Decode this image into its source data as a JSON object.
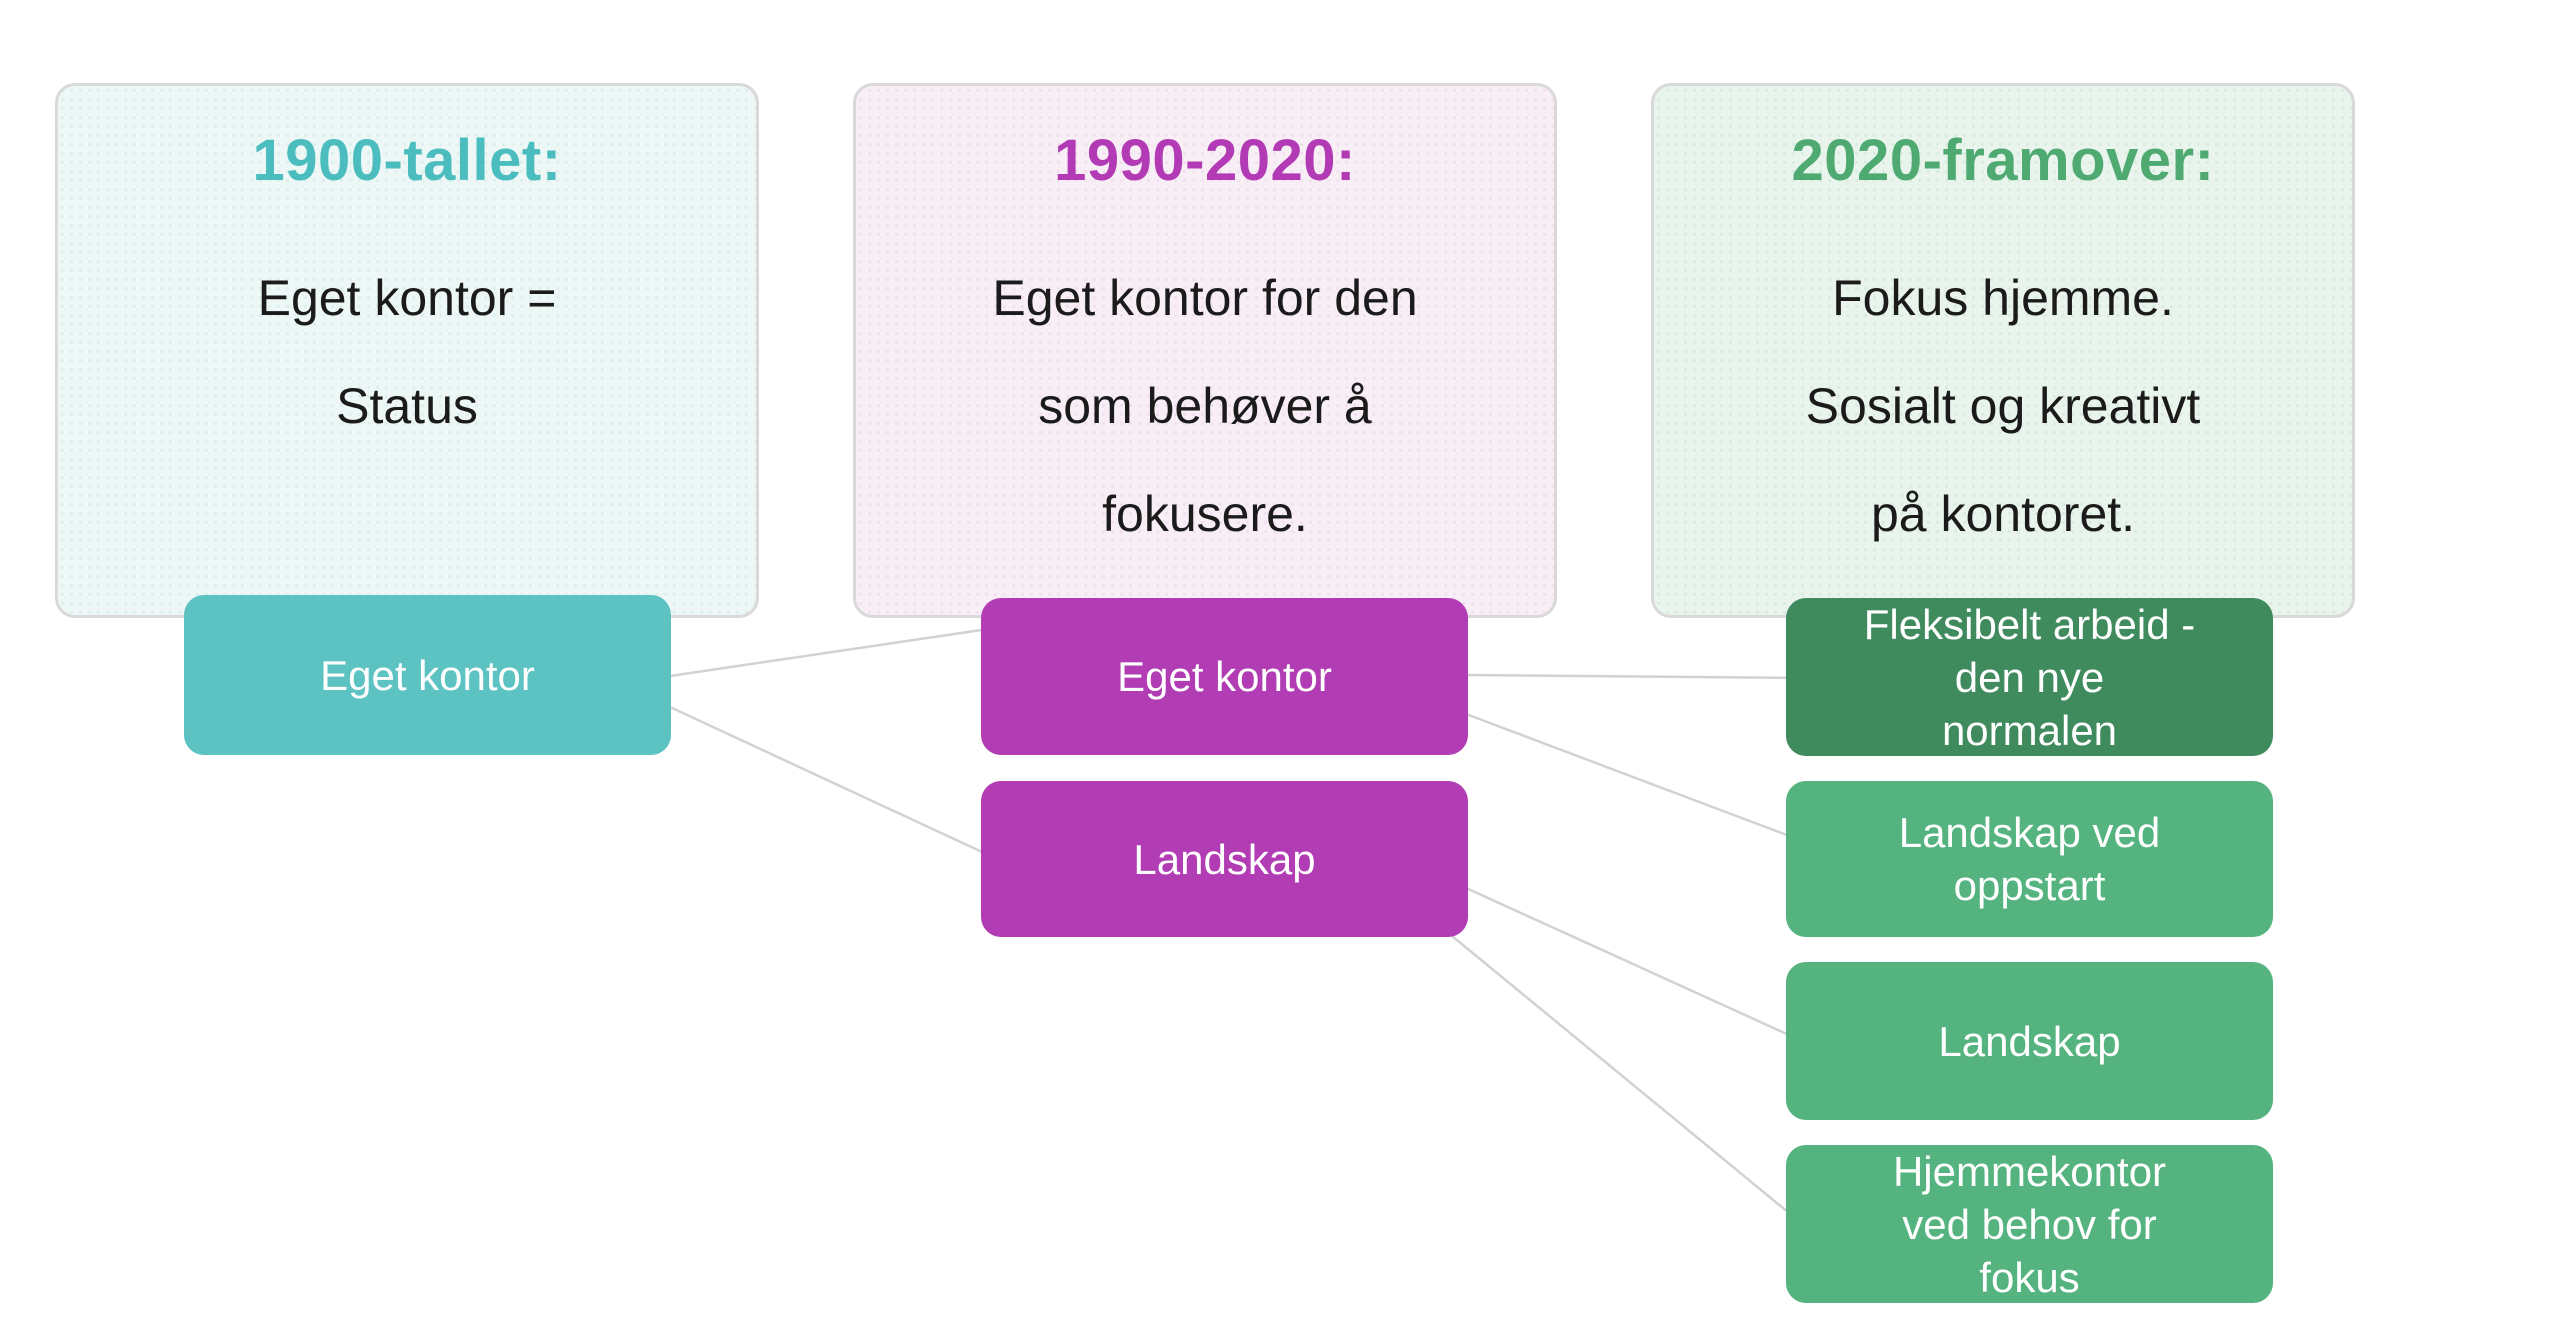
{
  "canvas": {
    "background": "#ffffff"
  },
  "columns": [
    {
      "id": "1900-tallet",
      "header": "1900-tallet:",
      "header_color": "#4cbdbf",
      "box_bg": "#edf7f6",
      "body_lines": [
        "Eget kontor =",
        "Status"
      ],
      "buttons": [
        {
          "id": "c1b1",
          "label": "Eget kontor",
          "lines": [
            "Eget kontor"
          ],
          "bg": "#5cc3c2"
        }
      ]
    },
    {
      "id": "1990-2020",
      "header": "1990-2020:",
      "header_color": "#b23ab4",
      "box_bg": "#f7eef6",
      "body_lines": [
        "Eget kontor for den",
        "som behøver å",
        "fokusere."
      ],
      "buttons": [
        {
          "id": "c2b1",
          "label": "Eget kontor",
          "lines": [
            "Eget kontor"
          ],
          "bg": "#b13cb4"
        },
        {
          "id": "c2b2",
          "label": "Landskap",
          "lines": [
            "Landskap"
          ],
          "bg": "#b13cb4"
        }
      ]
    },
    {
      "id": "2020-framover",
      "header": "2020-framover:",
      "header_color": "#4faa72",
      "box_bg": "#e8f4ec",
      "body_lines": [
        "Fokus hjemme.",
        "Sosialt og kreativt",
        "på kontoret."
      ],
      "buttons": [
        {
          "id": "c3b1",
          "label": "Fleksibelt arbeid - den nye normalen",
          "lines": [
            "Fleksibelt arbeid -",
            "den nye",
            "normalen"
          ],
          "bg": "#3f8b5e"
        },
        {
          "id": "c3b2",
          "label": "Landskap ved oppstart",
          "lines": [
            "Landskap ved",
            "oppstart"
          ],
          "bg": "#54b37e"
        },
        {
          "id": "c3b3",
          "label": "Landskap",
          "lines": [
            "Landskap"
          ],
          "bg": "#54b37e"
        },
        {
          "id": "c3b4",
          "label": "Hjemmekontor ved behov for fokus",
          "lines": [
            "Hjemmekontor",
            "ved behov for",
            "fokus"
          ],
          "bg": "#54b37e"
        }
      ]
    }
  ],
  "connections": [
    {
      "from": "c1b1",
      "to": "c2b1"
    },
    {
      "from": "c1b1",
      "to": "c2b2"
    },
    {
      "from": "c2b1",
      "to": "c3b1"
    },
    {
      "from": "c2b1",
      "to": "c3b2"
    },
    {
      "from": "c2b2",
      "to": "c3b3"
    },
    {
      "from": "c2b2",
      "to": "c3b4"
    }
  ],
  "connector_color": "#d2d2d2",
  "text_color": "#1b1b1b",
  "border_color": "#d9d9d9"
}
